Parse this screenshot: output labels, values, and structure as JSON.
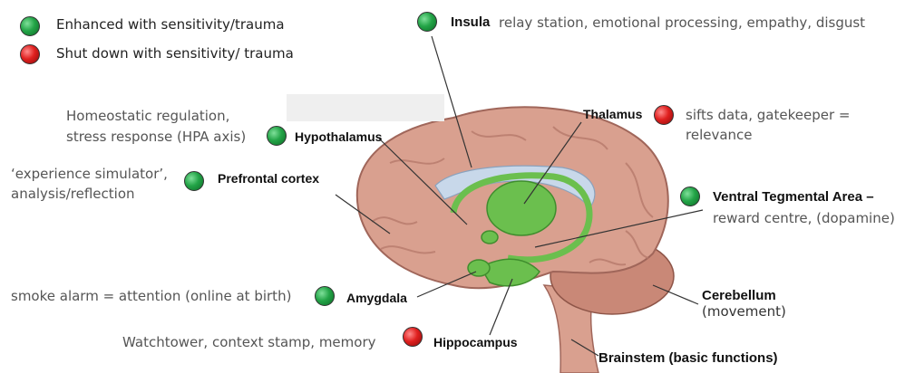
{
  "legend": {
    "enhanced": "Enhanced with sensitivity/trauma",
    "shutdown": "Shut down with sensitivity/ trauma"
  },
  "colors": {
    "enhanced": "#23a447",
    "shutdown": "#e0201f",
    "brain": "#d9a08f",
    "limbic": "#6bbf4e",
    "ventricle": "#c8d8ea"
  },
  "regions": {
    "insula": {
      "name": "Insula",
      "desc": "relay station, emotional processing, empathy, disgust",
      "status": "enhanced"
    },
    "thalamus": {
      "name": "Thalamus",
      "desc1": "sifts data, gatekeeper =",
      "desc2": "relevance",
      "status": "shutdown"
    },
    "hypothalamus": {
      "name": "Hypothalamus",
      "desc1": "Homeostatic regulation,",
      "desc2": "stress response (HPA axis)",
      "status": "enhanced"
    },
    "prefrontal": {
      "name": "Prefrontal cortex",
      "desc1": "‘experience simulator’,",
      "desc2": "analysis/reflection",
      "status": "enhanced"
    },
    "vta": {
      "name": "Ventral Tegmental Area –",
      "desc": "reward centre, (dopamine)",
      "status": "enhanced"
    },
    "amygdala": {
      "name": "Amygdala",
      "desc": "smoke alarm = attention (online at birth)",
      "status": "enhanced"
    },
    "hippocampus": {
      "name": "Hippocampus",
      "desc": "Watchtower, context stamp, memory",
      "status": "shutdown"
    },
    "cerebellum": {
      "name": "Cerebellum",
      "desc": "(movement)"
    },
    "brainstem": {
      "name": "Brainstem (basic functions)"
    }
  }
}
